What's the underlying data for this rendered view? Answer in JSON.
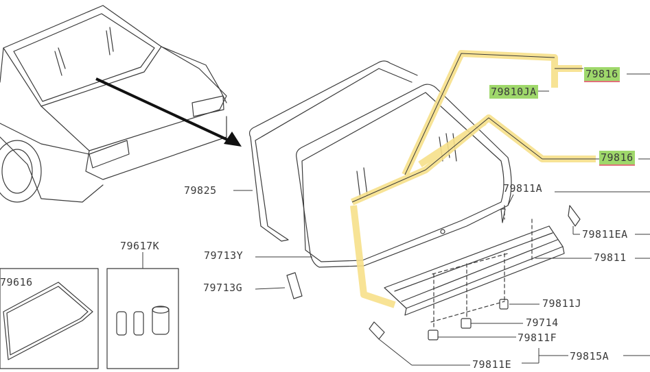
{
  "labels": {
    "p79816_top": "79816",
    "p79810JA": "79810JA",
    "p79816_mid": "79816",
    "p79811A": "79811A",
    "p79825": "79825",
    "p79811EA": "79811EA",
    "p79617K": "79617K",
    "p79713Y": "79713Y",
    "p79811": "79811",
    "p79616": "79616",
    "p79713G": "79713G",
    "p79811J": "79811J",
    "p79714": "79714",
    "p79811F": "79811F",
    "p79815A": "79815A",
    "p79811E": "79811E"
  },
  "colors": {
    "line": "#3a3a3a",
    "highlight_yellow": "#f7e08a",
    "label_highlight": "#9fd86b",
    "underline_red": "#e0707a"
  }
}
